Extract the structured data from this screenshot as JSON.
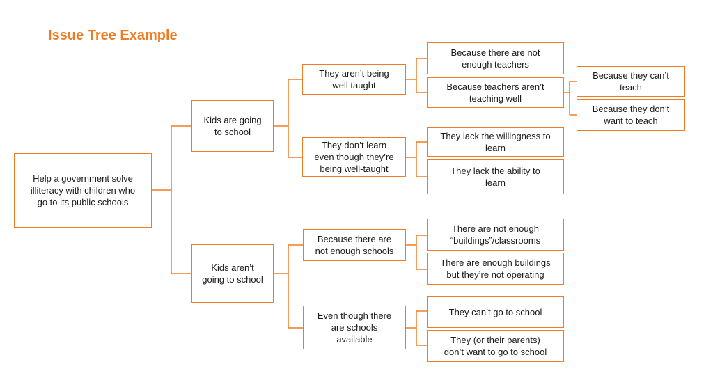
{
  "title": "Issue Tree Example",
  "colors": {
    "accent": "#f07b22",
    "text": "#1a1a1a"
  },
  "nodes": {
    "root": "Help a government solve\nilliteracy with children who\ngo to its public schools",
    "kids_going": "Kids are going\nto school",
    "kids_not_going": "Kids aren’t\ngoing to school",
    "not_well_taught": "They aren’t being\nwell taught",
    "dont_learn": "They don’t learn\neven though they’re\nbeing well-taught",
    "not_enough_schools": "Because there are\nnot enough schools",
    "schools_available": "Even though there\nare schools\navailable",
    "not_enough_teachers": "Because there are not\nenough teachers",
    "teachers_not_teaching": "Because teachers aren’t\nteaching well",
    "lack_willingness": "They lack the willingness to\nlearn",
    "lack_ability": "They lack the ability to\nlearn",
    "not_enough_buildings": "There are not enough\n“buildings”/classrooms",
    "buildings_not_operating": "There are enough buildings\nbut they’re not operating",
    "cant_go": "They can’t go to school",
    "dont_want_go": "They (or their parents)\ndon’t want to go to school",
    "cant_teach": "Because they can’t\nteach",
    "dont_want_teach": "Because they don’t\nwant to teach"
  }
}
